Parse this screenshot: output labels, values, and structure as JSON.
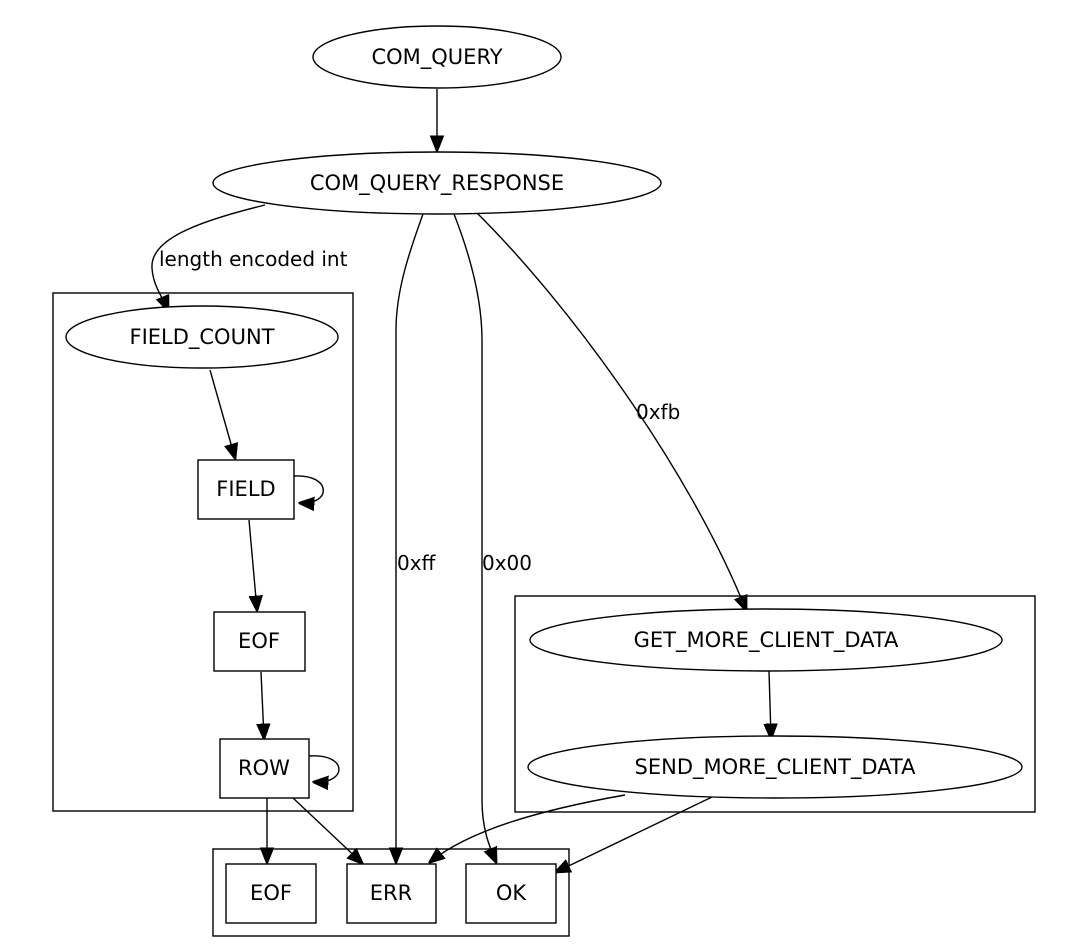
{
  "nodes": {
    "com_query": "COM_QUERY",
    "com_query_response": "COM_QUERY_RESPONSE",
    "field_count": "FIELD_COUNT",
    "field": "FIELD",
    "eof_inner": "EOF",
    "row": "ROW",
    "get_more_client_data": "GET_MORE_CLIENT_DATA",
    "send_more_client_data": "SEND_MORE_CLIENT_DATA",
    "eof_final": "EOF",
    "err": "ERR",
    "ok": "OK"
  },
  "edge_labels": {
    "length_encoded_int": "length encoded int",
    "xff": "0xff",
    "x00": "0x00",
    "xfb": "0xfb"
  }
}
